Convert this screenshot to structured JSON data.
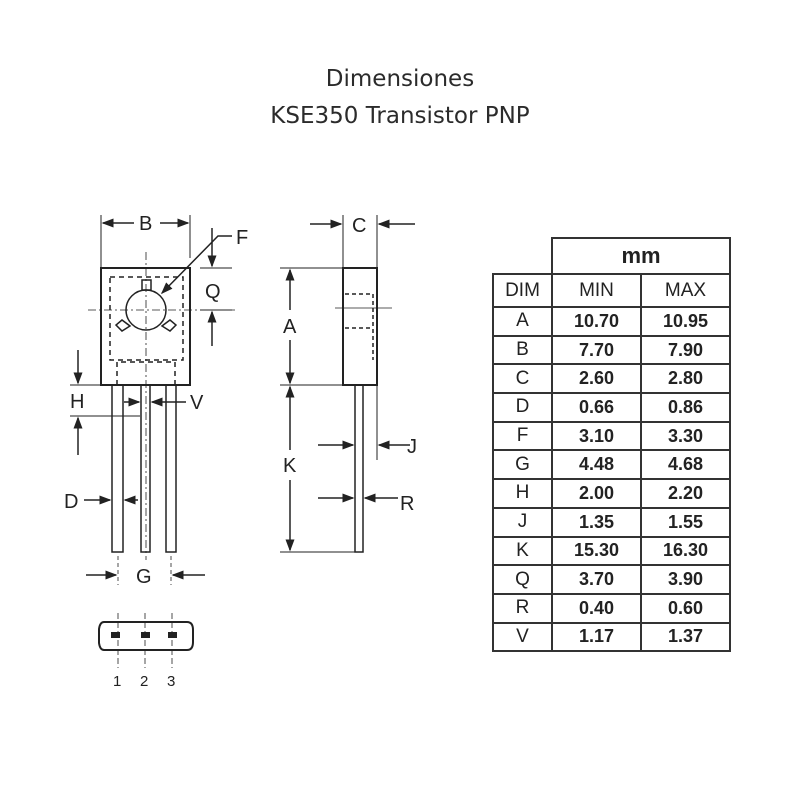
{
  "title": {
    "line1": "Dimensiones",
    "line2": "KSE350 Transistor PNP"
  },
  "diagram": {
    "labels": {
      "B": "B",
      "F": "F",
      "Q": "Q",
      "H": "H",
      "V": "V",
      "D": "D",
      "G": "G",
      "C": "C",
      "A": "A",
      "K": "K",
      "J": "J",
      "R": "R"
    },
    "pins": [
      "1",
      "2",
      "3"
    ]
  },
  "table": {
    "unit": "mm",
    "headers": [
      "DIM",
      "MIN",
      "MAX"
    ],
    "rows": [
      {
        "dim": "A",
        "min": "10.70",
        "max": "10.95"
      },
      {
        "dim": "B",
        "min": "7.70",
        "max": "7.90"
      },
      {
        "dim": "C",
        "min": "2.60",
        "max": "2.80"
      },
      {
        "dim": "D",
        "min": "0.66",
        "max": "0.86"
      },
      {
        "dim": "F",
        "min": "3.10",
        "max": "3.30"
      },
      {
        "dim": "G",
        "min": "4.48",
        "max": "4.68"
      },
      {
        "dim": "H",
        "min": "2.00",
        "max": "2.20"
      },
      {
        "dim": "J",
        "min": "1.35",
        "max": "1.55"
      },
      {
        "dim": "K",
        "min": "15.30",
        "max": "16.30"
      },
      {
        "dim": "Q",
        "min": "3.70",
        "max": "3.90"
      },
      {
        "dim": "R",
        "min": "0.40",
        "max": "0.60"
      },
      {
        "dim": "V",
        "min": "1.17",
        "max": "1.37"
      }
    ]
  }
}
